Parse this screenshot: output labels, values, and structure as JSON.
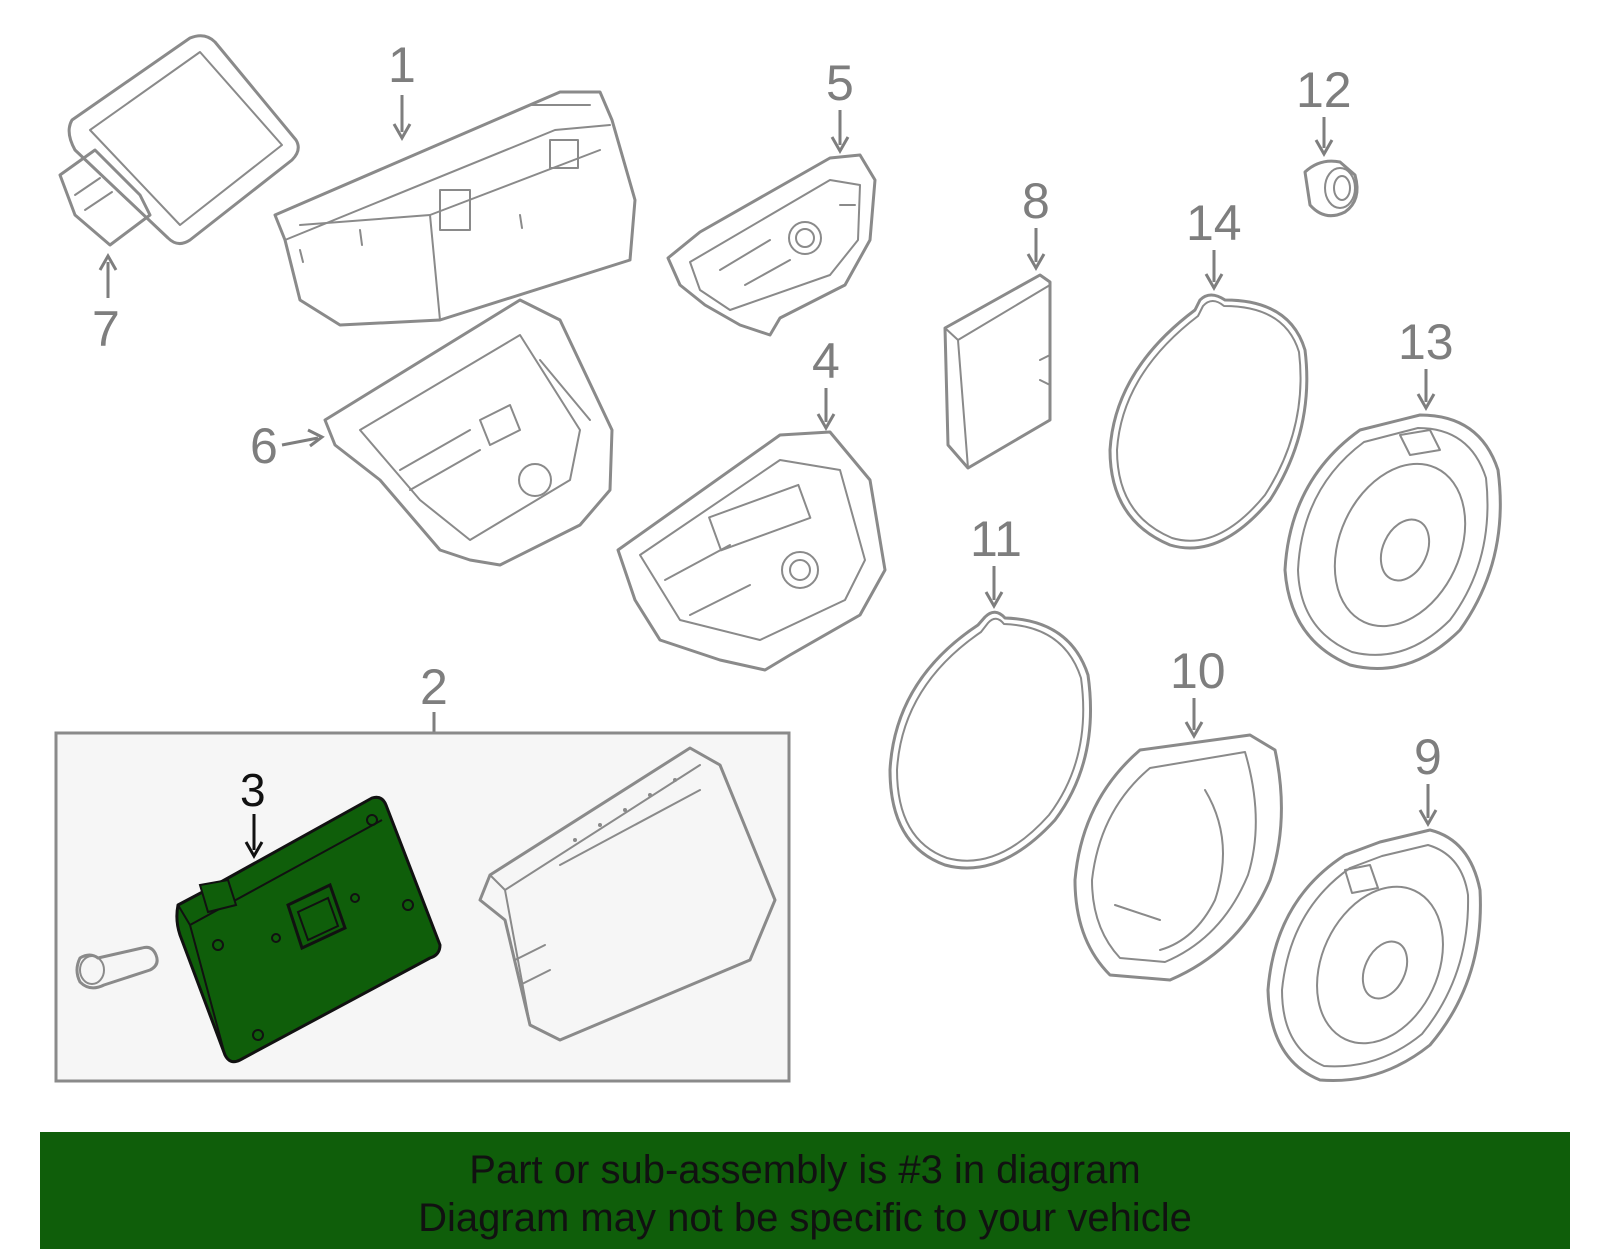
{
  "callouts": {
    "c1": "1",
    "c2": "2",
    "c3": "3",
    "c4": "4",
    "c5": "5",
    "c6": "6",
    "c7": "7",
    "c8": "8",
    "c9": "9",
    "c10": "10",
    "c11": "11",
    "c12": "12",
    "c13": "13",
    "c14": "14"
  },
  "banner": {
    "line1": "Part or sub-assembly is #3 in diagram",
    "line2": "Diagram may not be specific to your vehicle"
  },
  "colors": {
    "highlight": "#0f5e0a",
    "outline": "#8a8a8a",
    "sub_assembly_box": "#f6f6f6"
  }
}
